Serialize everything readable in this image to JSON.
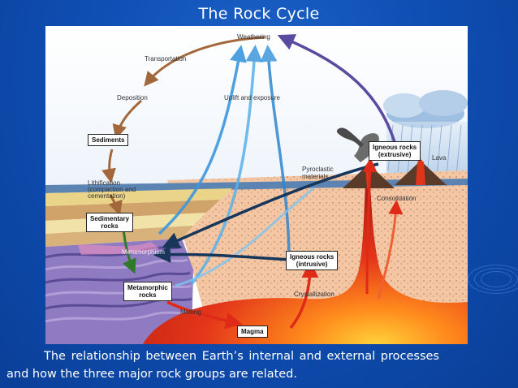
{
  "slide": {
    "title": "The Rock Cycle",
    "caption_line1": "The relationship between Earth’s internal and external processes",
    "caption_line2": "and how the three  major rock  groups are related."
  },
  "diagram": {
    "processes": {
      "weathering": "Weathering",
      "transportation": "Transportation",
      "deposition": "Deposition",
      "uplift": "Uplift and exposure",
      "lithification": "Lithification\n(compaction and\ncementation)",
      "pyroclastic": "Pyroclastic\nmaterials",
      "lava": "Lava",
      "consolidation": "Consolidation",
      "metamorphism": "Metamorphism",
      "crystallization": "Crystallization",
      "melting": "Melting"
    },
    "boxes": {
      "sediments": "Sediments",
      "sedimentary_rocks": "Sedimentary\nrocks",
      "metamorphic_rocks": "Metamorphic\nrocks",
      "igneous_extrusive": "Igneous rocks\n(extrusive)",
      "igneous_intrusive": "Igneous rocks\n(intrusive)",
      "magma": "Magma"
    }
  },
  "colors": {
    "background": "#0f4fb4",
    "magma": "#e8341c",
    "igneous": "#f3c6a4",
    "metamorphic": "#8e7bc2",
    "sedimentary": "#e9d48a"
  }
}
